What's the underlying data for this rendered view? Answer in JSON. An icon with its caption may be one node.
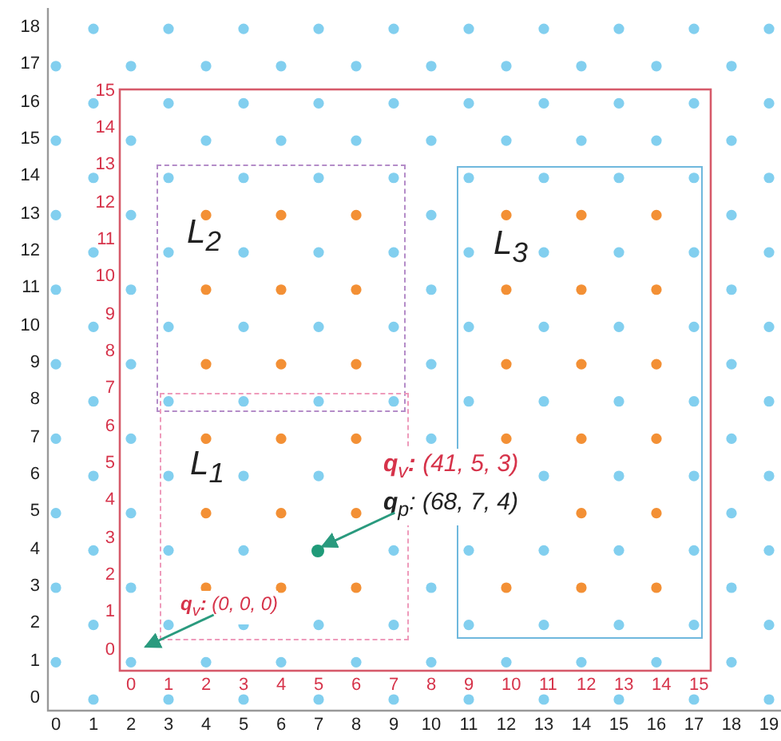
{
  "diagram": {
    "nodes": [
      {
        "text": [
          "L$_{2}$"
        ]
      },
      {
        "text": [
          "L$_{3}$"
        ]
      },
      {
        "text": [
          "L$_{1}$"
        ]
      },
      {
        "text": [
          "**q**$_{v}$**:** (41, 5, 3)",
          "**q**$_{p}$: (68, 7, 4)"
        ]
      },
      {
        "text": [],
        "shape": "circle",
        "in": 2
      },
      {
        "text": [
          "**q**$_{v}$**:** (0, 0, 0)"
        ],
        "in": 2
      }
    ],
    "edges": [
      {
        "from": 3,
        "to": 4,
        "arrow": "to"
      },
      {
        "from": 5,
        "to": null,
        "arrow": "to"
      }
    ],
    "labels": [
      "18",
      "17",
      "16",
      "15",
      "14",
      "13",
      "12",
      "11",
      "10",
      "9",
      "8",
      "7",
      "6",
      "5",
      "4",
      "3",
      "2",
      "1",
      "0",
      "15",
      "14",
      "13",
      "12",
      "11",
      "10",
      "9",
      "8",
      "7",
      "6",
      "5",
      "4",
      "3",
      "2",
      "1",
      "0",
      "0",
      "1",
      "2",
      "3",
      "4",
      "5",
      "6",
      "7",
      "8",
      "9",
      "10",
      "11",
      "12",
      "13",
      "14",
      "15",
      "0",
      "1",
      "2",
      "3",
      "4",
      "5",
      "6",
      "7",
      "8",
      "9",
      "10",
      "11",
      "12",
      "13",
      "14",
      "15",
      "16",
      "17",
      "18",
      "19"
    ]
  }
}
